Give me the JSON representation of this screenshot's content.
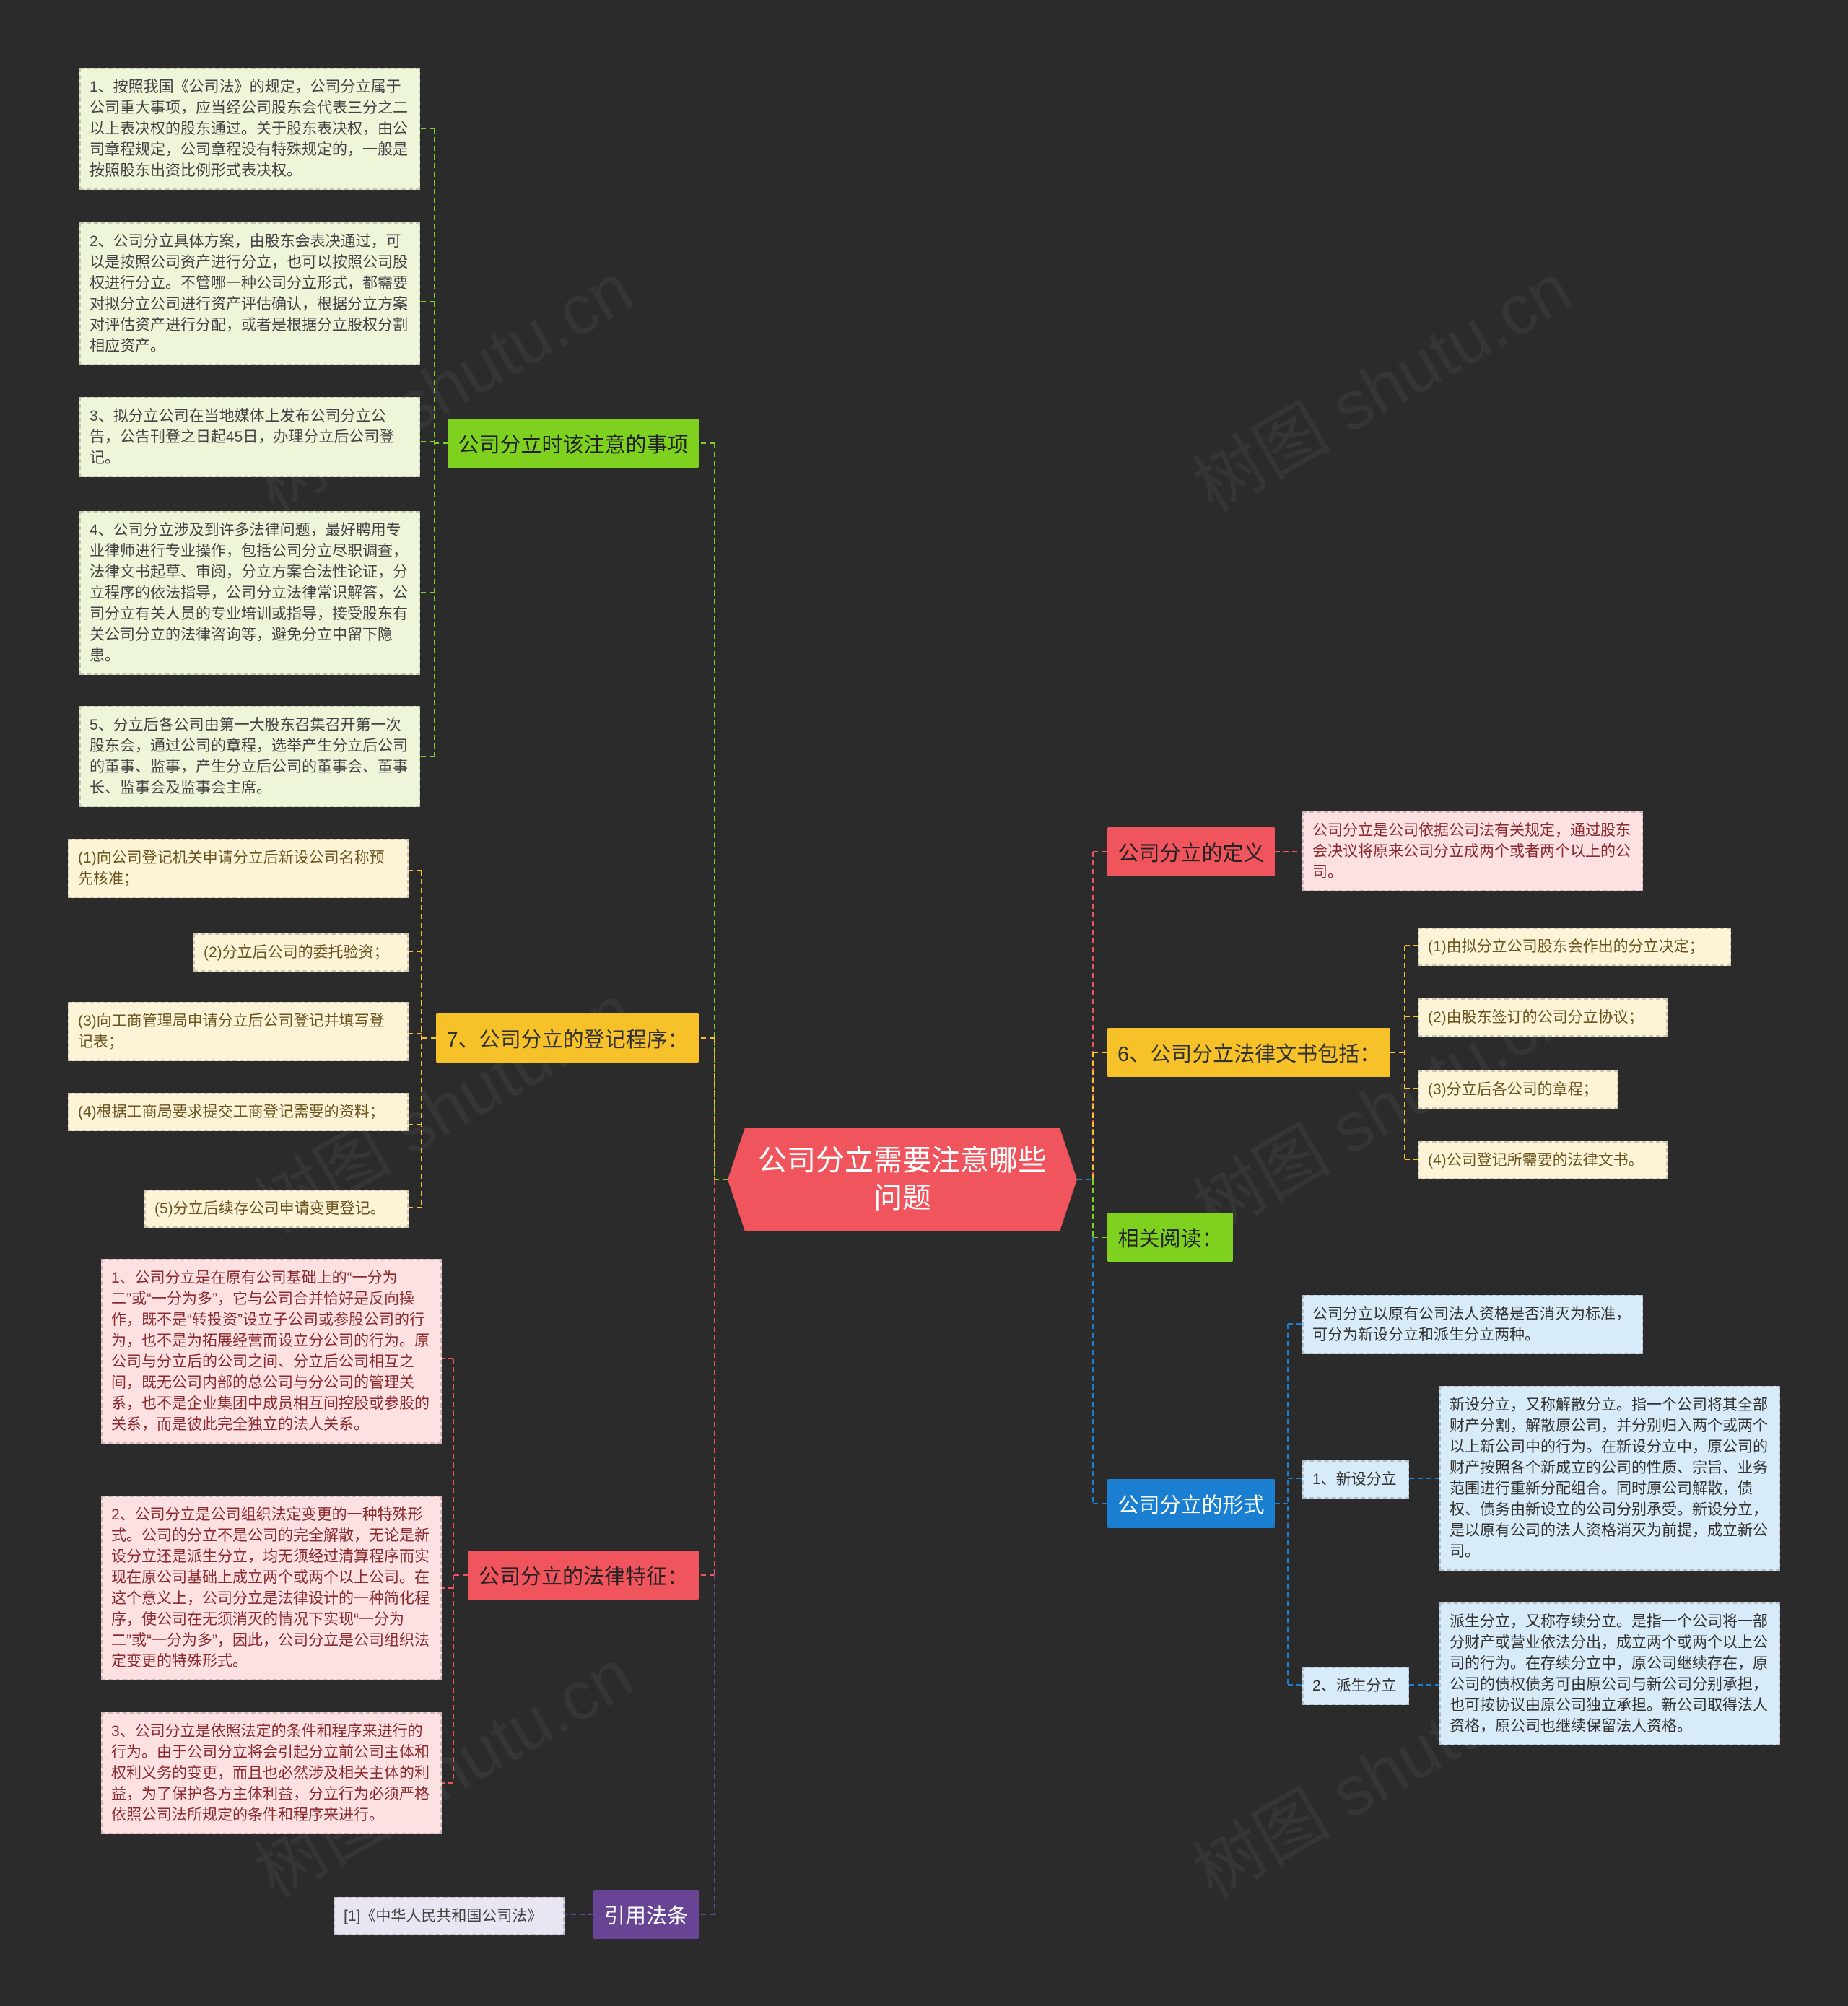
{
  "center": {
    "title": "公司分立需要注意哪些问题"
  },
  "watermark": "树图 shutu.cn",
  "branches": {
    "notes": {
      "label": "公司分立时该注意的事项",
      "items": [
        "1、按照我国《公司法》的规定，公司分立属于公司重大事项，应当经公司股东会代表三分之二以上表决权的股东通过。关于股东表决权，由公司章程规定，公司章程没有特殊规定的，一般是按照股东出资比例形式表决权。",
        "2、公司分立具体方案，由股东会表决通过，可以是按照公司资产进行分立，也可以按照公司股权进行分立。不管哪一种公司分立形式，都需要对拟分立公司进行资产评估确认，根据分立方案对评估资产进行分配，或者是根据分立股权分割相应资产。",
        "3、拟分立公司在当地媒体上发布公司分立公告，公告刊登之日起45日，办理分立后公司登记。",
        "4、公司分立涉及到许多法律问题，最好聘用专业律师进行专业操作，包括公司分立尽职调查，法律文书起草、审阅，分立方案合法性论证，分立程序的依法指导，公司分立法律常识解答，公司分立有关人员的专业培训或指导，接受股东有关公司分立的法律咨询等，避免分立中留下隐患。",
        "5、分立后各公司由第一大股东召集召开第一次股东会，通过公司的章程，选举产生分立后公司的董事、监事，产生分立后公司的董事会、董事长、监事会及监事会主席。"
      ]
    },
    "registration": {
      "label": "7、公司分立的登记程序：",
      "items": [
        "(1)向公司登记机关申请分立后新设公司名称预先核准；",
        "(2)分立后公司的委托验资；",
        "(3)向工商管理局申请分立后公司登记并填写登记表；",
        "(4)根据工商局要求提交工商登记需要的资料；",
        "(5)分立后续存公司申请变更登记。"
      ]
    },
    "legal_features": {
      "label": "公司分立的法律特征：",
      "items": [
        "1、公司分立是在原有公司基础上的“一分为二”或“一分为多”，它与公司合并恰好是反向操作，既不是“转投资”设立子公司或参股公司的行为，也不是为拓展经营而设立分公司的行为。原公司与分立后的公司之间、分立后公司相互之间，既无公司内部的总公司与分公司的管理关系，也不是企业集团中成员相互间控股或参股的关系，而是彼此完全独立的法人关系。",
        "2、公司分立是公司组织法定变更的一种特殊形式。公司的分立不是公司的完全解散，无论是新设分立还是派生分立，均无须经过清算程序而实现在原公司基础上成立两个或两个以上公司。在这个意义上，公司分立是法律设计的一种简化程序，使公司在无须消灭的情况下实现“一分为二”或“一分为多”，因此，公司分立是公司组织法定变更的特殊形式。",
        "3、公司分立是依照法定的条件和程序来进行的行为。由于公司分立将会引起分立前公司主体和权利义务的变更，而且也必然涉及相关主体的利益，为了保护各方主体利益，分立行为必须严格依照公司法所规定的条件和程序来进行。"
      ]
    },
    "citation": {
      "label": "引用法条",
      "items": [
        "[1]《中华人民共和国公司法》"
      ]
    },
    "definition": {
      "label": "公司分立的定义",
      "items": [
        "公司分立是公司依据公司法有关规定，通过股东会决议将原来公司分立成两个或者两个以上的公司。"
      ]
    },
    "documents": {
      "label": "6、公司分立法律文书包括：",
      "items": [
        "(1)由拟分立公司股东会作出的分立决定；",
        "(2)由股东签订的公司分立协议；",
        "(3)分立后各公司的章程；",
        "(4)公司登记所需要的法律文书。"
      ]
    },
    "related": {
      "label": "相关阅读："
    },
    "forms": {
      "label": "公司分立的形式",
      "intro": "公司分立以原有公司法人资格是否消灭为标准，可分为新设分立和派生分立两种。",
      "sub": [
        {
          "label": "1、新设分立",
          "text": "新设分立，又称解散分立。指一个公司将其全部财产分割，解散原公司，并分别归入两个或两个以上新公司中的行为。在新设分立中，原公司的财产按照各个新成立的公司的性质、宗旨、业务范围进行重新分配组合。同时原公司解散，债权、债务由新设立的公司分别承受。新设分立，是以原有公司的法人资格消灭为前提，成立新公司。"
        },
        {
          "label": "2、派生分立",
          "text": "派生分立，又称存续分立。是指一个公司将一部分财产或营业依法分出，成立两个或两个以上公司的行为。在存续分立中，原公司继续存在，原公司的债权债务可由原公司与新公司分别承担，也可按协议由原公司独立承担。新公司取得法人资格，原公司也继续保留法人资格。"
        }
      ]
    }
  },
  "colors": {
    "background": "#2b2b2b",
    "green": "#7ed21f",
    "yellow": "#f7c12a",
    "red": "#f0555e",
    "blue": "#1a7fd0",
    "purple": "#674494"
  }
}
